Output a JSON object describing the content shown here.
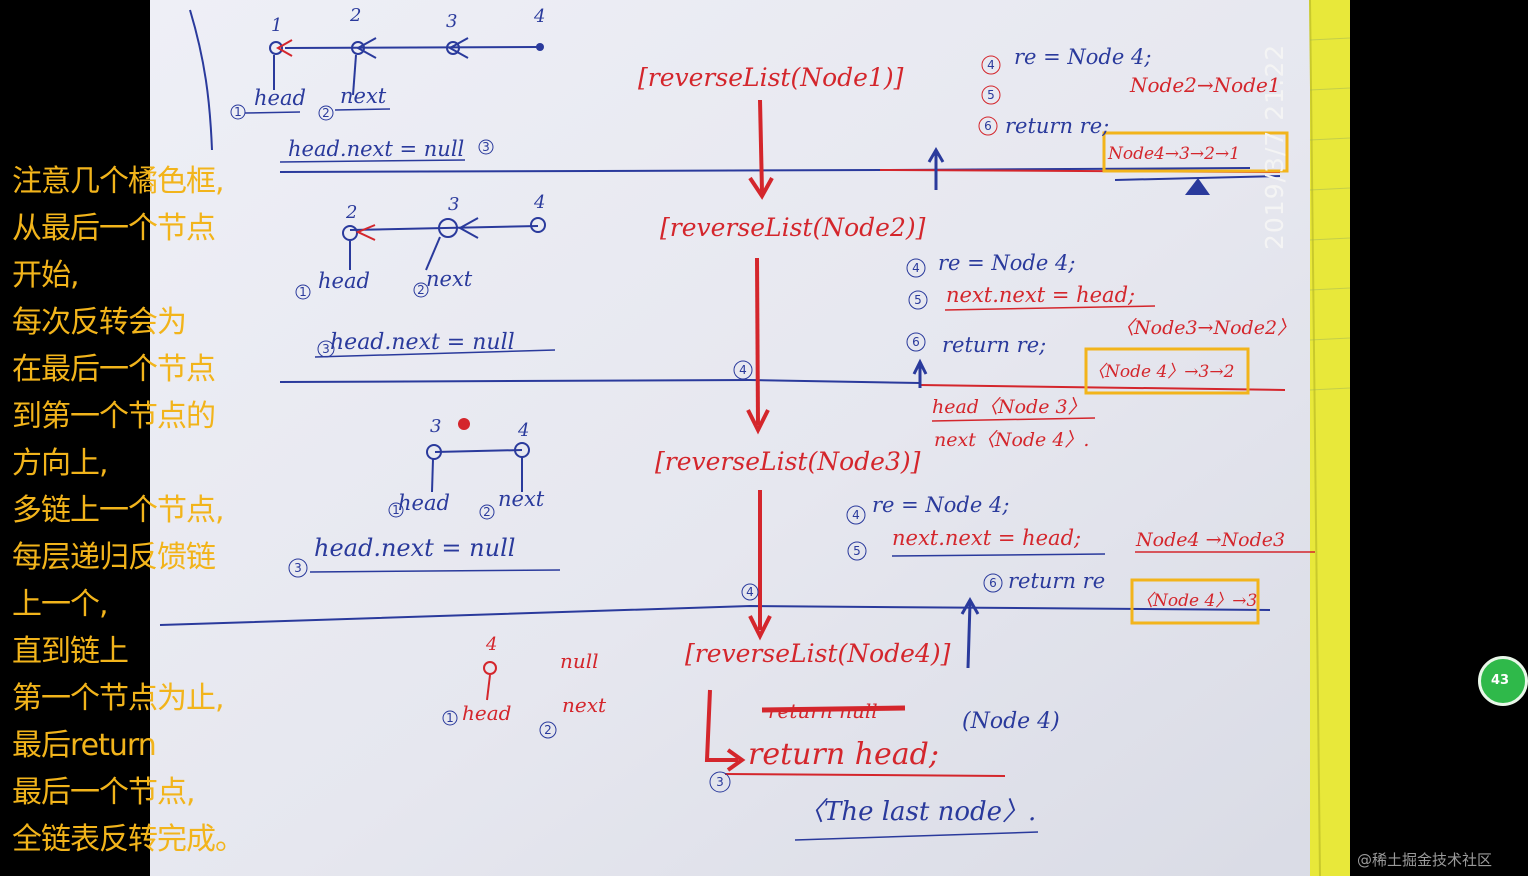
{
  "caption": {
    "lines": [
      "注意几个橘色框,",
      "从最后一个节点",
      "开始,",
      "每次反转会为",
      "在最后一个节点",
      "到第一个节点的",
      "方向上,",
      "多链上一个节点,",
      "每层递归反馈链",
      "上一个,",
      "直到链上",
      "第一个节点为止,",
      "最后return",
      "最后一个节点,",
      "全链表反转完成。"
    ]
  },
  "overlay": {
    "timestamp": "2019/3/7  21:22",
    "watermark": "@稀土掘金技术社区",
    "badge_count": "43"
  },
  "colors": {
    "caption": "#f2b41b",
    "highlight_box": "#f2b41b",
    "blue_ink": "#2a3a9c",
    "red_ink": "#d4262c",
    "badge": "#2fb94a"
  },
  "sketch": {
    "calls": {
      "c1": "[reverseList(Node1)]",
      "c2": "[reverseList(Node2)]",
      "c3": "[reverseList(Node3)]",
      "c4": "[reverseList(Node4)]"
    },
    "nodes": {
      "n1": "1",
      "n2": "2",
      "n3": "3",
      "n4": "4",
      "l2_n2": "2",
      "l2_n3": "3",
      "l2_n4": "4",
      "l3_n3": "3",
      "l3_n4": "4",
      "l4_n4": "4"
    },
    "labels": {
      "head": "head",
      "next": "next",
      "null": "null",
      "l1_stmt": "head.next = null",
      "l2_stmt": "head.next = null",
      "l3_stmt": "head.next = null",
      "l1_re": "re = Node 4;",
      "l1_link": "Node2→Node1",
      "l1_ret": "return re;",
      "l1_box": "Node4→3→2→1",
      "l2_re": "re = Node 4;",
      "l2_nn": "next.next = head;",
      "l2_link": "〈Node3→Node2〉",
      "l2_ret": "return re;",
      "l2_box": "〈Node 4〉→3→2",
      "l2_head": "head〈Node 3〉",
      "l2_next": "next〈Node 4〉.",
      "l3_re": "re = Node 4;",
      "l3_nn": "next.next = head;",
      "l3_link": "Node4 →Node3",
      "l3_ret": "return re",
      "l3_box": "〈Node 4〉→3",
      "l4_struck": "return null",
      "l4_node": "(Node 4)",
      "l4_ret": "return head;",
      "l4_last": "〈The last node〉."
    },
    "markers": {
      "m1": "1",
      "m2": "2",
      "m3": "3",
      "m4": "4",
      "m5": "5",
      "m6": "6"
    }
  }
}
